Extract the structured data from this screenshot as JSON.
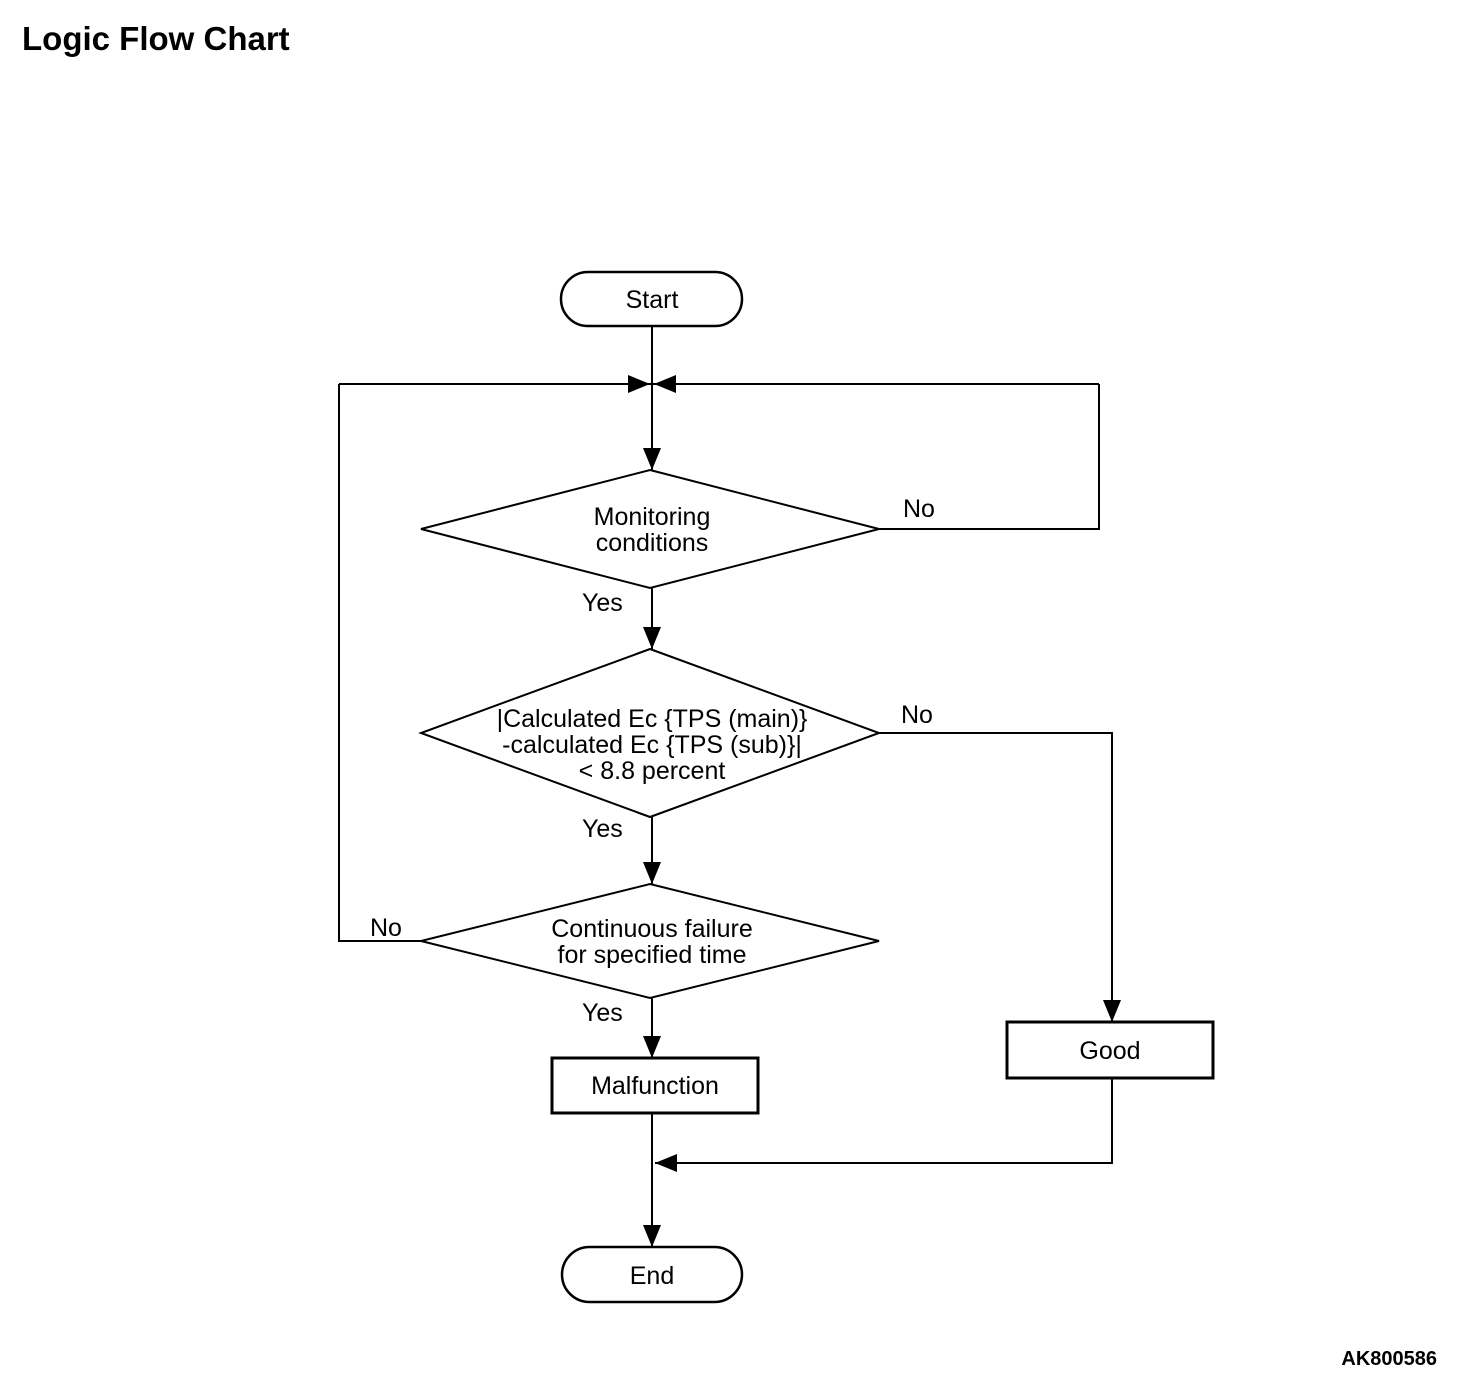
{
  "title": "Logic Flow Chart",
  "figure_code": "AK800586",
  "colors": {
    "ink": "#000000",
    "background": "#ffffff"
  },
  "flowchart": {
    "nodes": {
      "start": {
        "type": "terminator",
        "label": "Start"
      },
      "monitoring": {
        "type": "decision",
        "line1": "Monitoring",
        "line2": "conditions"
      },
      "calculation": {
        "type": "decision",
        "line1": "|Calculated Ec {TPS (main)}",
        "line2": "-calculated Ec {TPS (sub)}|",
        "line3": "< 8.8 percent"
      },
      "continuous": {
        "type": "decision",
        "line1": "Continuous failure",
        "line2": "for specified time"
      },
      "malfunction": {
        "type": "process",
        "label": "Malfunction"
      },
      "good": {
        "type": "process",
        "label": "Good"
      },
      "end": {
        "type": "terminator",
        "label": "End"
      }
    },
    "edges": [
      {
        "from": "start",
        "to": "monitoring",
        "label": ""
      },
      {
        "from": "monitoring",
        "to": "calculation",
        "label": "Yes"
      },
      {
        "from": "monitoring",
        "to": "loop-junction",
        "label": "No"
      },
      {
        "from": "calculation",
        "to": "continuous",
        "label": "Yes"
      },
      {
        "from": "calculation",
        "to": "good",
        "label": "No"
      },
      {
        "from": "continuous",
        "to": "malfunction",
        "label": "Yes"
      },
      {
        "from": "continuous",
        "to": "loop-junction",
        "label": "No"
      },
      {
        "from": "malfunction",
        "to": "end",
        "label": ""
      },
      {
        "from": "good",
        "to": "end",
        "label": ""
      }
    ]
  }
}
